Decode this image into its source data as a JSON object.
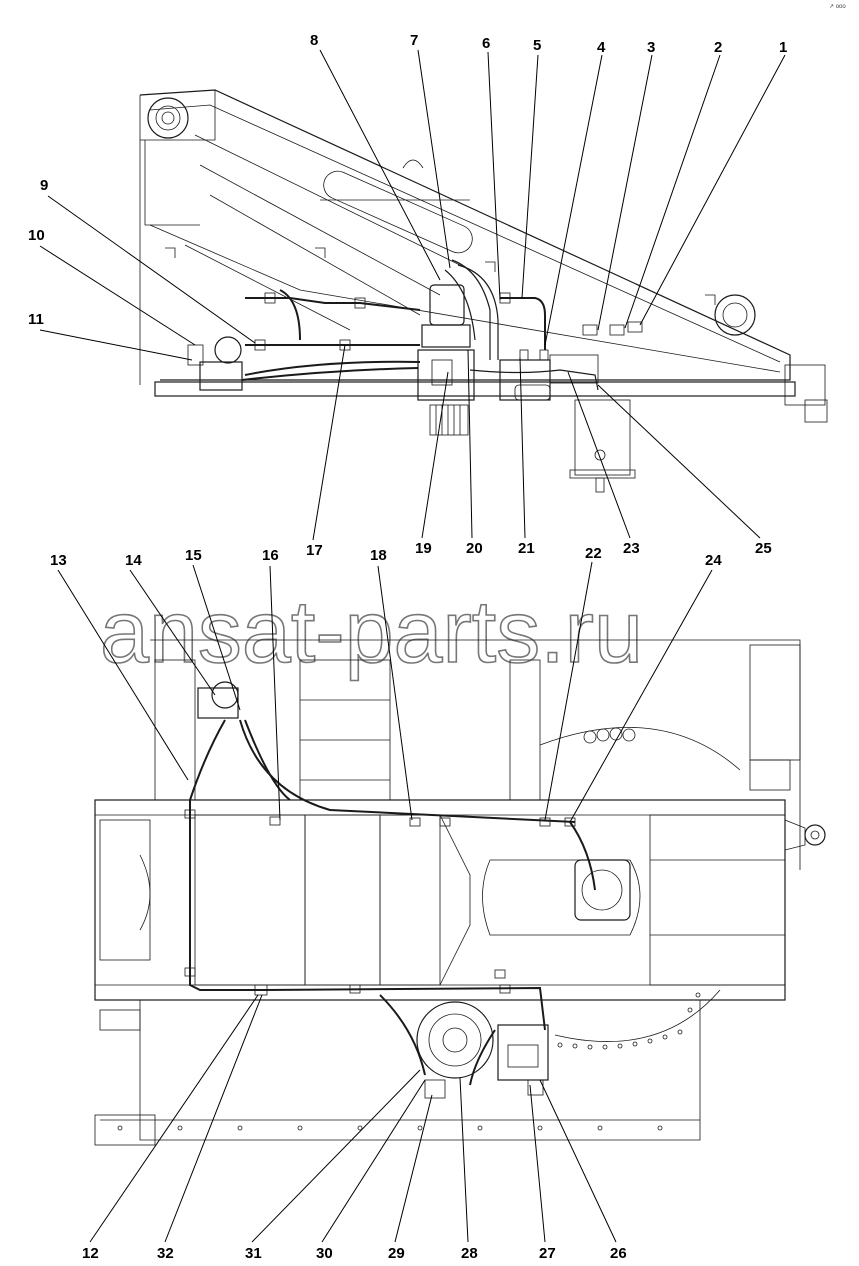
{
  "watermark": "ansat-parts.ru",
  "corner_mark": "↗ ooo",
  "callouts_top": [
    "1",
    "2",
    "3",
    "4",
    "5",
    "6",
    "7",
    "8",
    "9",
    "10",
    "11",
    "17",
    "19",
    "20",
    "21",
    "23",
    "25"
  ],
  "callouts_bottom": [
    "12",
    "13",
    "14",
    "15",
    "16",
    "18",
    "22",
    "24",
    "26",
    "27",
    "28",
    "29",
    "30",
    "31",
    "32"
  ]
}
